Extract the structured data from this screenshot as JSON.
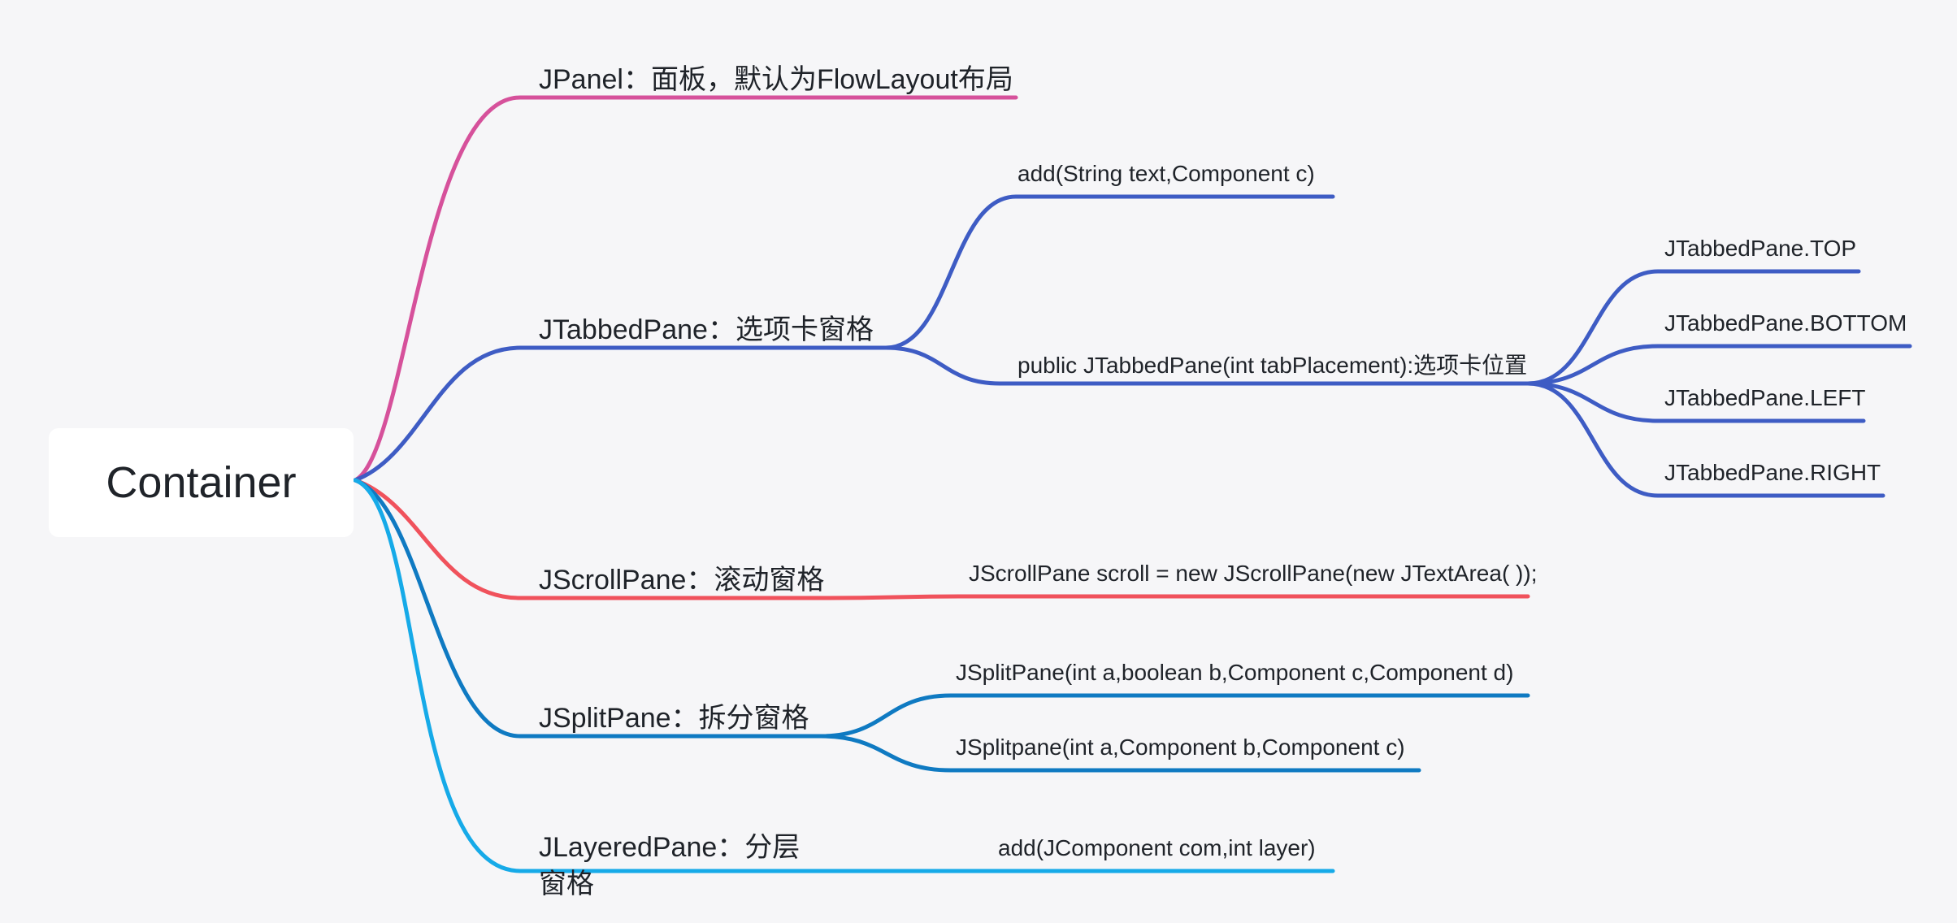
{
  "colors": {
    "pink": "#d6519b",
    "indigo": "#3e5cc4",
    "red": "#f0525c",
    "teal": "#0f7ac2",
    "sky": "#16aae8"
  },
  "root": {
    "label": "Container"
  },
  "branches": [
    {
      "id": "jpanel",
      "label": "JPanel：面板，默认为FlowLayout布局",
      "color": "pink",
      "children": []
    },
    {
      "id": "jtabbedpane",
      "label": "JTabbedPane：选项卡窗格",
      "color": "indigo",
      "children": [
        {
          "label": "add(String text,Component c)",
          "children": []
        },
        {
          "label": "public JTabbedPane(int tabPlacement):选项卡位置",
          "children": [
            {
              "label": "JTabbedPane.TOP"
            },
            {
              "label": "JTabbedPane.BOTTOM"
            },
            {
              "label": "JTabbedPane.LEFT"
            },
            {
              "label": "JTabbedPane.RIGHT"
            }
          ]
        }
      ]
    },
    {
      "id": "jscrollpane",
      "label": "JScrollPane：滚动窗格",
      "color": "red",
      "children": [
        {
          "label": "JScrollPane scroll = new JScrollPane(new JTextArea( ));",
          "children": []
        }
      ]
    },
    {
      "id": "jsplitpane",
      "label": "JSplitPane：拆分窗格",
      "color": "teal",
      "children": [
        {
          "label": "JSplitPane(int a,boolean b,Component c,Component d)",
          "children": []
        },
        {
          "label": "JSplitpane(int a,Component b,Component c)",
          "children": []
        }
      ]
    },
    {
      "id": "jlayeredpane",
      "label": "JLayeredPane：分层窗格",
      "color": "sky",
      "children": [
        {
          "label": "add(JComponent com,int layer)",
          "children": []
        }
      ]
    }
  ]
}
